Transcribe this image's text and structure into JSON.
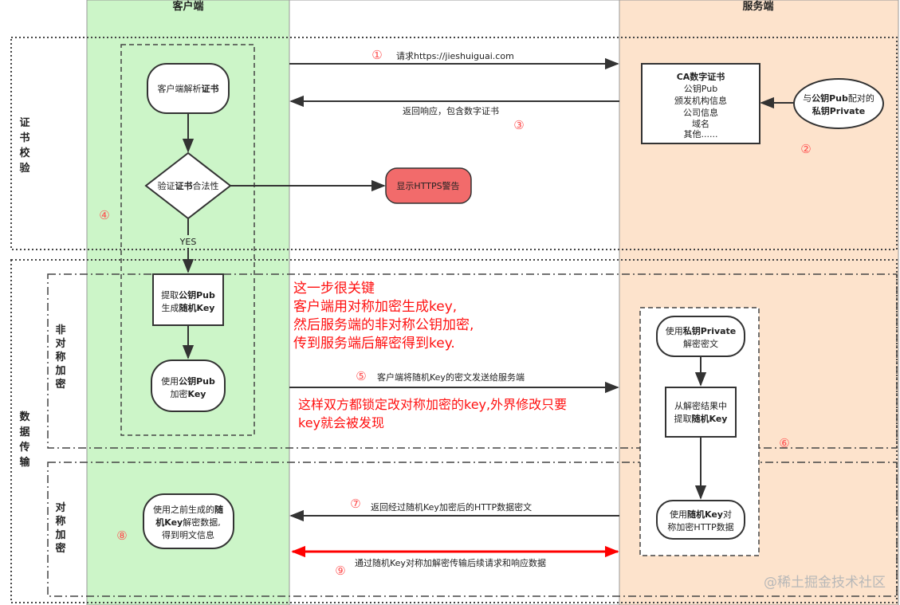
{
  "lanes": {
    "client": "客户端",
    "server": "服务端"
  },
  "sections": {
    "cert_check": "证书校验",
    "data_transfer": "数据传输",
    "asym": "非对称加密",
    "sym": "对称加密"
  },
  "nodes": {
    "parse_cert": [
      "客户端解析",
      "证书"
    ],
    "validate": [
      "验证",
      "证书",
      "合法性"
    ],
    "https_warning": "显示HTTPS警告",
    "yes": "YES",
    "gen_key": [
      [
        "提取",
        "公钥Pub"
      ],
      [
        "生成",
        "随机Key"
      ]
    ],
    "encrypt_key": [
      [
        "使用",
        "公钥Pub"
      ],
      [
        "加密",
        "Key"
      ]
    ],
    "ca_cert": [
      "CA数字证书",
      "公钥Pub",
      "颁发机构信息",
      "公司信息",
      "域名",
      "其他......"
    ],
    "private_key": [
      [
        "与",
        "公钥Pub",
        "配对的"
      ],
      [
        "私钥Private"
      ]
    ],
    "decrypt": [
      [
        "使用",
        "私钥Private"
      ],
      [
        "解密密文"
      ]
    ],
    "extract_key": [
      [
        "从解密结果中"
      ],
      [
        "提取",
        "随机Key"
      ]
    ],
    "server_sym": [
      [
        "使用",
        "随机Key",
        "对"
      ],
      [
        "称加密HTTP数据"
      ]
    ],
    "client_sym": [
      [
        "使用之前生成的",
        "随"
      ],
      [
        "机Key",
        "解密数据,"
      ],
      [
        "得到明文信息"
      ]
    ]
  },
  "steps": {
    "s1": {
      "num": "①",
      "label": "请求https://jieshuiguai.com"
    },
    "s2": {
      "num": "②"
    },
    "s3": {
      "num": "③",
      "label": "返回响应，包含数字证书"
    },
    "s4": {
      "num": "④"
    },
    "s5": {
      "num": "⑤",
      "label": "客户端将随机Key的密文发送给服务端"
    },
    "s6": {
      "num": "⑥"
    },
    "s7": {
      "num": "⑦",
      "label": "返回经过随机Key加密后的HTTP数据密文"
    },
    "s8": {
      "num": "⑧"
    },
    "s9": {
      "num": "⑨",
      "label": "通过随机Key对称加解密传输后续请求和响应数据"
    }
  },
  "notes": {
    "note1": [
      "这一步很关键",
      "客户端用对称加密生成key,",
      "然后服务端的非对称公钥加密,",
      "传到服务端后解密得到key."
    ],
    "note2": [
      "这样双方都锁定改对称加密的key,外界修改只要",
      "key就会被发现"
    ]
  },
  "watermark": "@稀土掘金技术社区",
  "colors": {
    "client_lane": "#ccf5c8",
    "server_lane": "#fde3cc",
    "warning": "#f26b6b",
    "note_red": "#ff1010",
    "step_red": "#ff5050",
    "arrow": "#333333"
  }
}
